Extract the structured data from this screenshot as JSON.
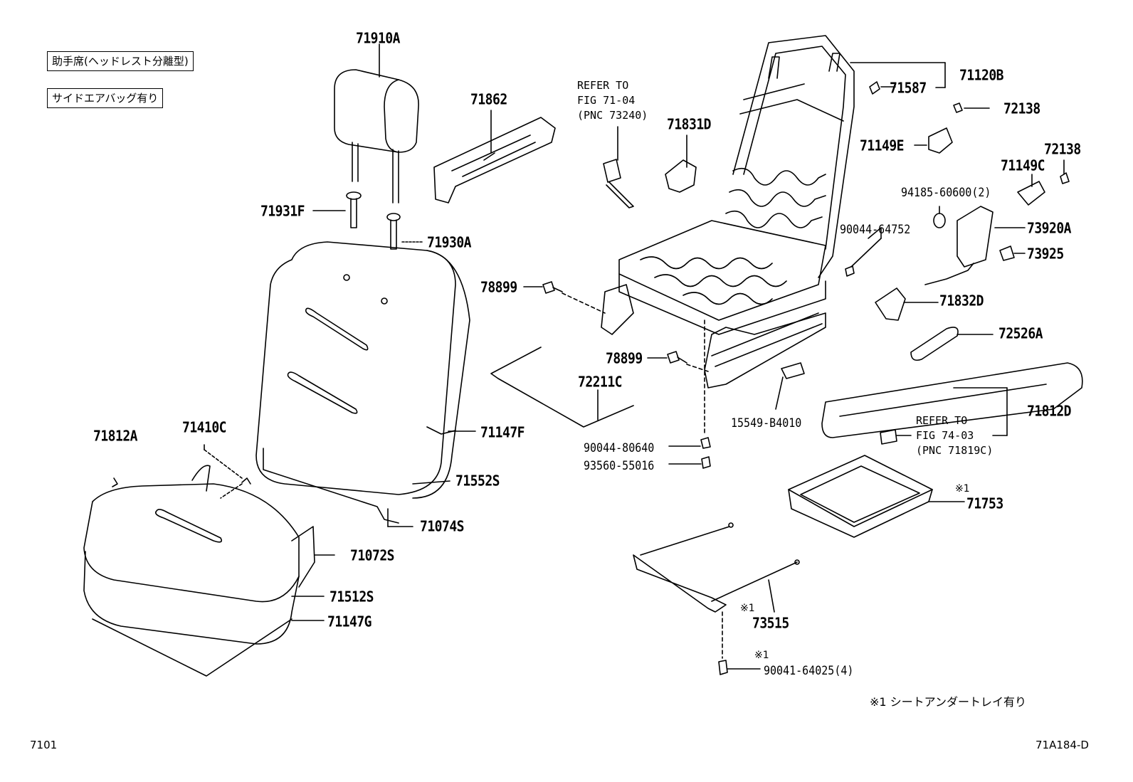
{
  "notes": {
    "passenger_seat": "助手席(ヘッドレスト分離型)",
    "side_airbag": "サイドエアバッグ有り",
    "footnote": "※1  シートアンダートレイ有り",
    "mark": "※1"
  },
  "refs": {
    "fig_71_04": [
      "REFER TO",
      "FIG 71-04",
      "(PNC 73240)"
    ],
    "fig_74_03": [
      "REFER TO",
      "FIG 74-03",
      "(PNC 71819C)"
    ]
  },
  "parts": {
    "p71910A": "71910A",
    "p71862": "71862",
    "p71831D": "71831D",
    "p71120B": "71120B",
    "p71587": "71587",
    "p72138a": "72138",
    "p71149E": "71149E",
    "p72138b": "72138",
    "p71149C": "71149C",
    "p94185": "94185-60600(2)",
    "p90044_64752": "90044-64752",
    "p73920A": "73920A",
    "p73925": "73925",
    "p71931F": "71931F",
    "p71930A": "71930A",
    "p78899a": "78899",
    "p78899b": "78899",
    "p71832D": "71832D",
    "p72526A": "72526A",
    "p72211C": "72211C",
    "p15549": "15549-B4010",
    "p71812D": "71812D",
    "p71812A": "71812A",
    "p71410C": "71410C",
    "p71147F": "71147F",
    "p90044_80640": "90044-80640",
    "p93560": "93560-55016",
    "p71552S": "71552S",
    "p71753": "71753",
    "p71074S": "71074S",
    "p71072S": "71072S",
    "p71512S": "71512S",
    "p71147G": "71147G",
    "p73515": "73515",
    "p90041": "90041-64025(4)"
  },
  "footer": {
    "page_code": "7101",
    "figure_id": "71A184-D"
  }
}
